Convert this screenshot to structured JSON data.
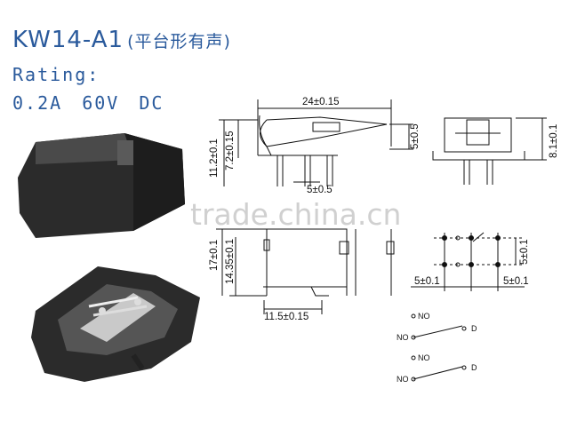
{
  "header": {
    "model": "KW14-A1",
    "model_note": "(平台形有声)",
    "rating_label": "Rating:",
    "rating_value": "0.2A 60V DC"
  },
  "watermark": "trade.china.cn",
  "dimensions": {
    "top_length": "24±0.15",
    "top_height_total": "11.2±0.1",
    "top_height_body": "7.2±0.15",
    "top_pin_pitch": "5±0.5",
    "top_lever_height": "5±0.5",
    "end_height": "8.1±0.1",
    "front_height_total": "17±0.1",
    "front_height_body": "14.35±0.1",
    "front_depth": "11.5±0.15",
    "footprint_vertical": "5±0.1",
    "footprint_left": "5±0.1",
    "footprint_right": "5±0.1"
  },
  "schematic": {
    "nc_label_1": "NO",
    "no_label_1": "NO",
    "com_label_1": "D",
    "nc_label_2": "NO",
    "no_label_2": "NO",
    "com_label_2": "D"
  },
  "colors": {
    "title_blue": "#2a5a9c",
    "line": "#111111",
    "switch_body": "#2e2e2e"
  }
}
